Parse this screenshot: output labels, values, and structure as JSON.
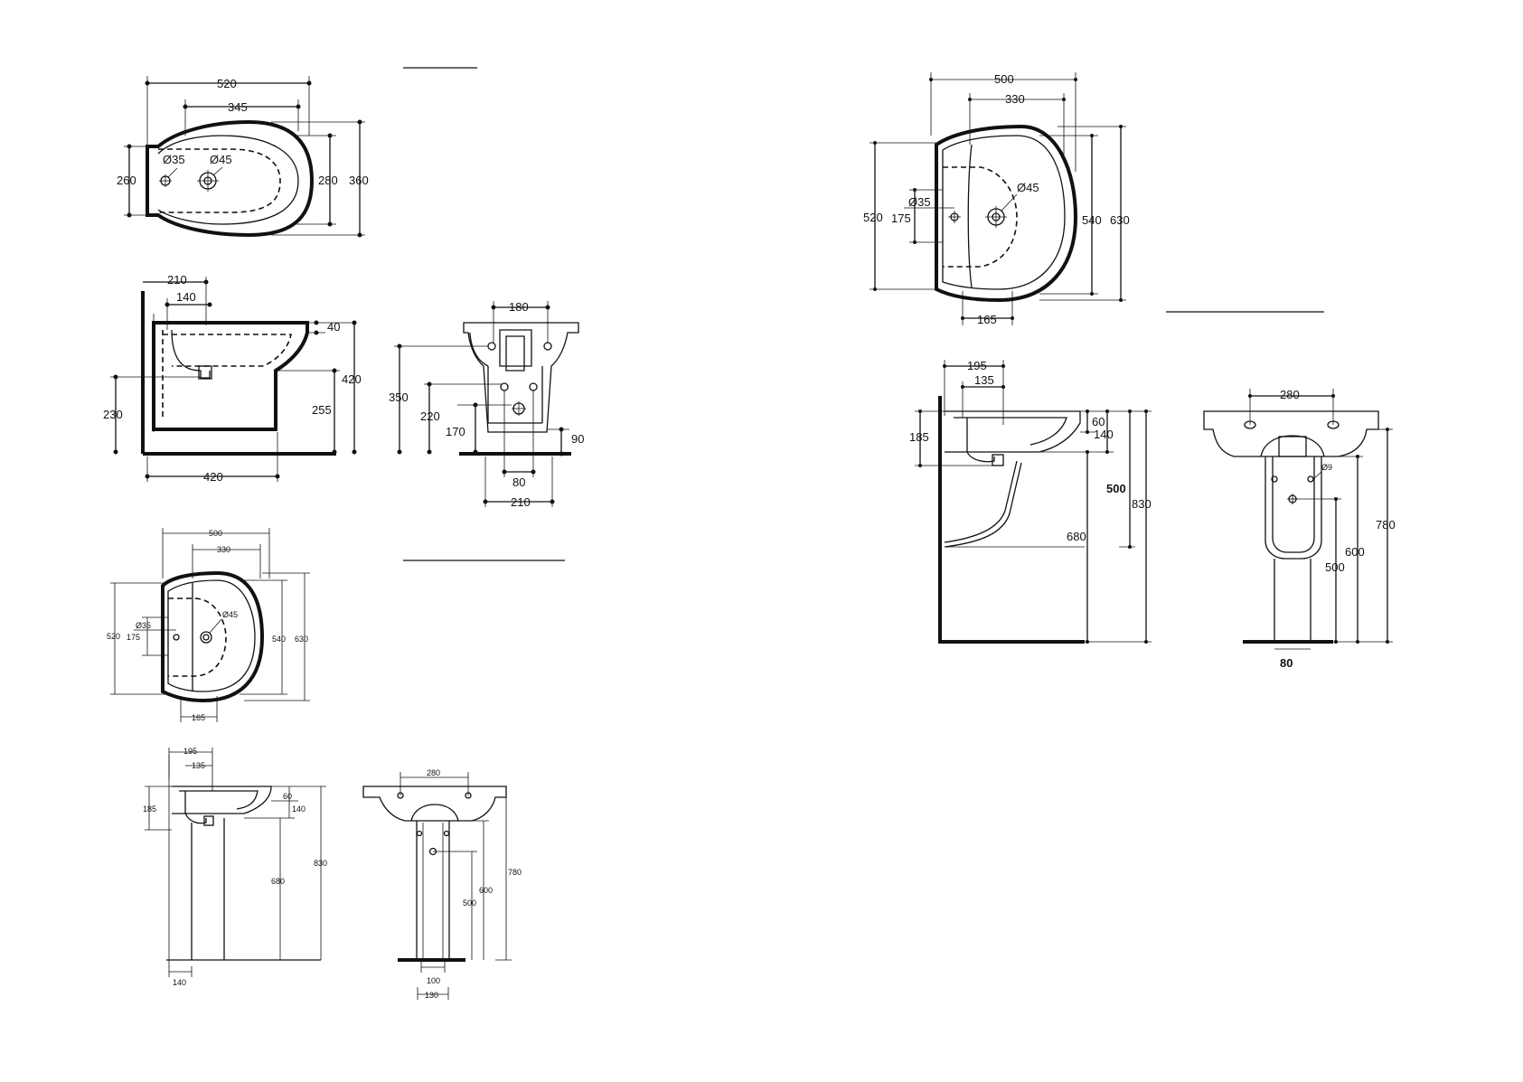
{
  "bidet_top": {
    "w_520": "520",
    "w_345": "345",
    "d35": "Ø35",
    "d45": "Ø45",
    "h_260": "260",
    "h_280": "280",
    "h_360": "360"
  },
  "bidet_side": {
    "w_210": "210",
    "w_140": "140",
    "h_40": "40",
    "h_420": "420",
    "h_230": "230",
    "h_255": "255",
    "w_420": "420"
  },
  "bidet_front": {
    "w_180": "180",
    "h_350": "350",
    "h_220": "220",
    "h_170": "170",
    "h_90": "90",
    "w_80": "80",
    "w_210": "210"
  },
  "basin_top_small": {
    "w_500": "500",
    "w_330": "330",
    "d35": "Ø35",
    "d45": "Ø45",
    "h_520": "520",
    "h_175": "175",
    "h_540": "540",
    "h_630": "630",
    "w_165": "165"
  },
  "basin_side_small": {
    "w_195": "195",
    "w_135": "135",
    "h_185": "185",
    "h_60": "60",
    "h_140": "140",
    "h_830": "830",
    "h_680": "680",
    "w_140": "140"
  },
  "basin_front_small": {
    "w_280": "280",
    "h_780": "780",
    "h_600": "600",
    "h_500": "500",
    "w_100": "100",
    "w_130": "130"
  },
  "basin_top_large": {
    "w_500": "500",
    "w_330": "330",
    "d45": "Ø45",
    "d35": "Ø35",
    "h_520": "520",
    "h_175": "175",
    "h_540": "540",
    "h_630": "630",
    "w_165": "165"
  },
  "basin_side_large": {
    "w_195": "195",
    "w_135": "135",
    "h_185": "185",
    "h_60": "60",
    "h_140": "140",
    "h_500": "500",
    "h_830": "830",
    "h_680": "680"
  },
  "basin_front_large": {
    "w_280": "280",
    "d9": "Ø9",
    "h_780": "780",
    "h_600": "600",
    "h_500": "500",
    "w_80": "80"
  }
}
